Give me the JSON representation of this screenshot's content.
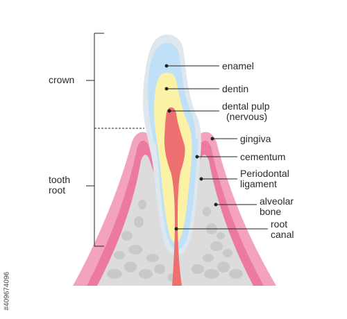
{
  "labels": {
    "crown": "crown",
    "tooth_root_line1": "tooth",
    "tooth_root_line2": "root",
    "enamel": "enamel",
    "dentin": "dentin",
    "dental_pulp_line1": "dental pulp",
    "dental_pulp_line2": "(nervous)",
    "gingiva": "gingiva",
    "cementum": "cementum",
    "periodontal_line1": "Periodontal",
    "periodontal_line2": "ligament",
    "alveolar_line1": "alveolar",
    "alveolar_line2": "bone",
    "root_canal_line1": "root",
    "root_canal_line2": "canal"
  },
  "watermark_id": "#409674096",
  "colors": {
    "gum_outer": "#f3a3bd",
    "gum_inner": "#ec7a9f",
    "bone": "#dcdcdc",
    "bone_spots": "#c9c9c9",
    "enamel_outer": "#dfe7ee",
    "enamel_inner": "#bfe0f7",
    "dentin": "#fbf2a6",
    "pulp": "#ee6f6f",
    "leader": "#222222"
  }
}
